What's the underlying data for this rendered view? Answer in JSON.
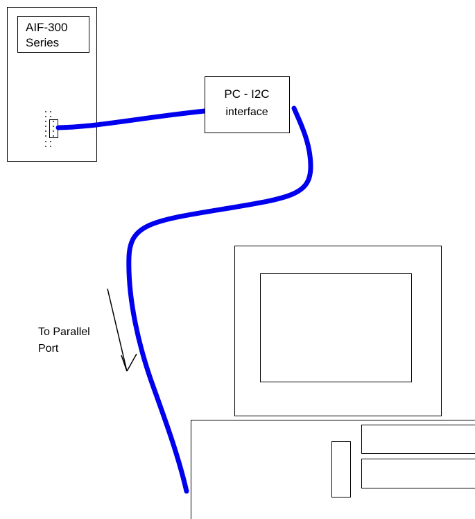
{
  "device": {
    "label_line1": "AIF-300",
    "label_line2": "Series"
  },
  "interface": {
    "label_line1": "PC - I2C",
    "label_line2": "interface"
  },
  "annotation": {
    "line1": "To Parallel",
    "line2": "Port"
  },
  "colors": {
    "cable": "#0000ee",
    "stroke": "#000000",
    "background": "#ffffff"
  }
}
